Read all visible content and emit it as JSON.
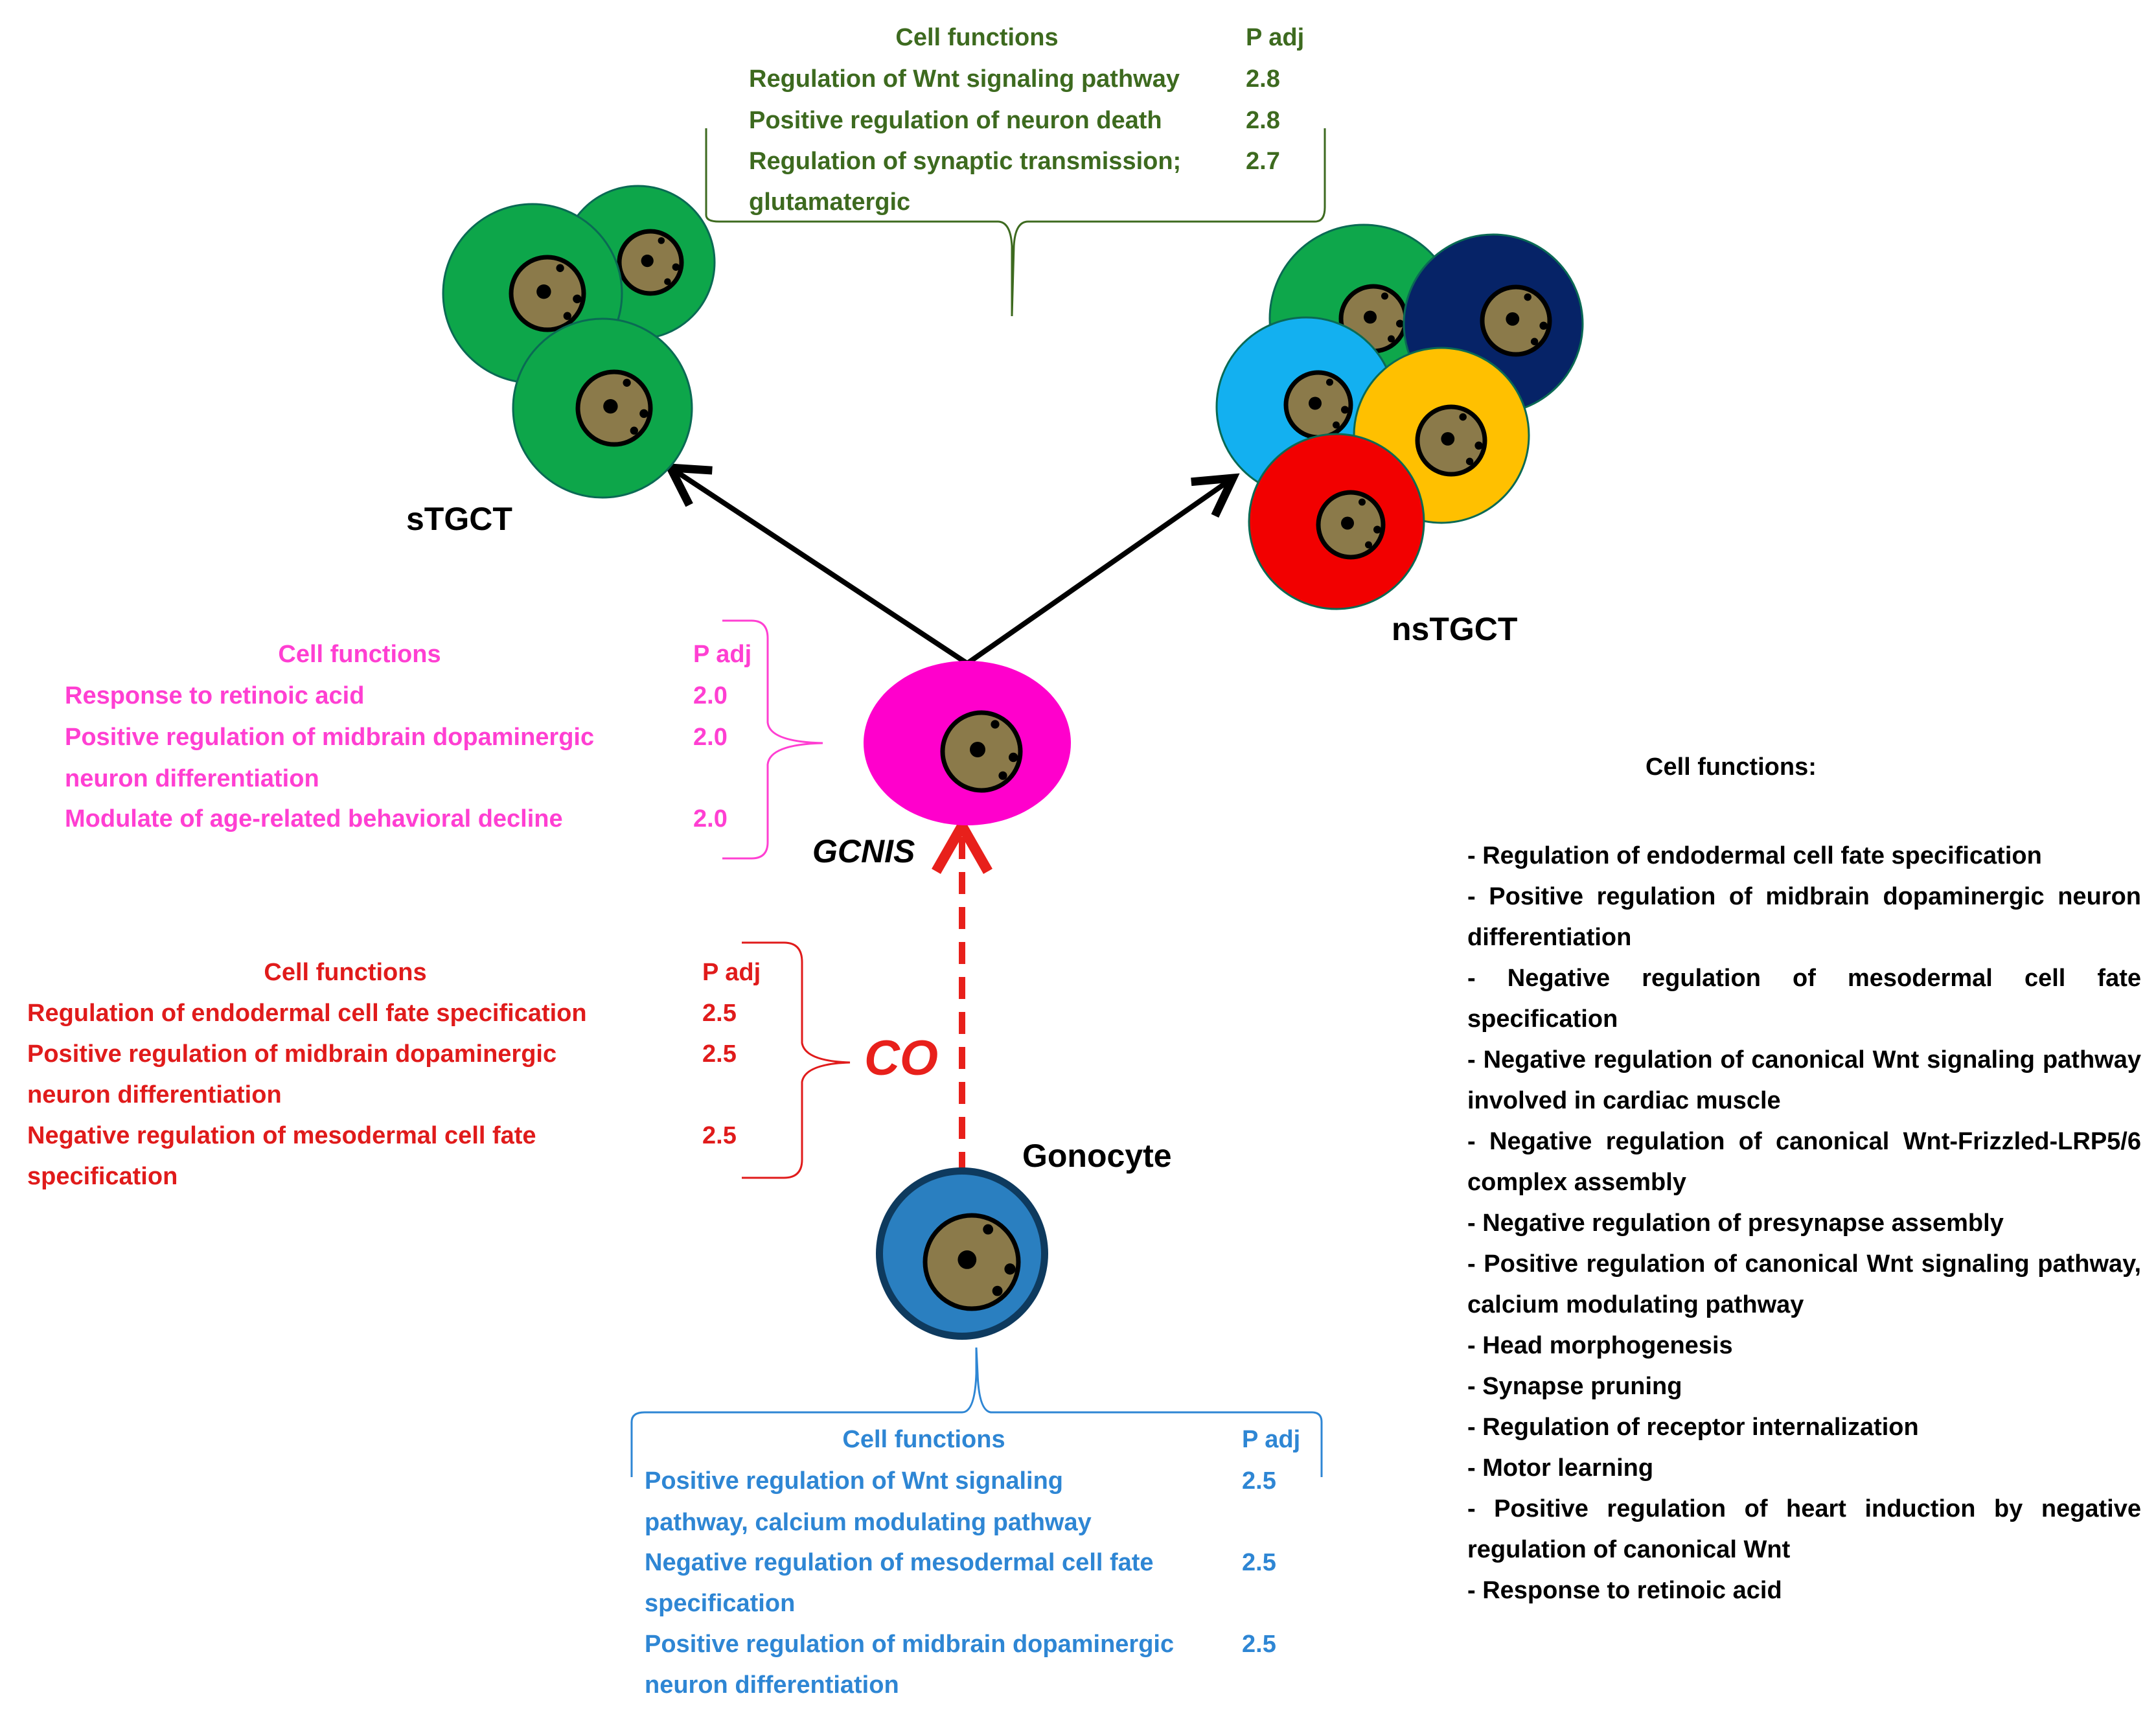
{
  "colors": {
    "seminoma": "#0da64a",
    "ns_green": "#0ea74b",
    "ns_navy": "#062367",
    "ns_cyan": "#13b0f0",
    "ns_yellow": "#ffc000",
    "ns_red": "#f20000",
    "gcnis": "#ff00cc",
    "gonocyte": "#2a7fc0",
    "nucleus": "#8b7a4a",
    "arrow_dashed": "#e8201b",
    "green_text": "#3d6a1f",
    "pink_text": "#ff3fd2",
    "red_text": "#e01b1b",
    "blue_text": "#2e86d4"
  },
  "labels": {
    "stgct": "sTGCT",
    "nstgct": "nsTGCT",
    "gcnis": "GCNIS",
    "gonocyte": "Gonocyte",
    "co": "CO"
  },
  "top_table": {
    "header": "Cell functions",
    "padj": "P adj",
    "rows": [
      {
        "lines": [
          "Regulation of Wnt signaling  pathway"
        ],
        "value": "2.8"
      },
      {
        "lines": [
          "Positive regulation of neuron death"
        ],
        "value": "2.8"
      },
      {
        "lines": [
          "Regulation of synaptic transmission;",
          "glutamatergic"
        ],
        "value": "2.7"
      }
    ]
  },
  "gcnis_table": {
    "header": "Cell functions",
    "padj": "P adj",
    "rows": [
      {
        "lines": [
          "Response to retinoic acid"
        ],
        "value": "2.0"
      },
      {
        "lines": [
          "Positive regulation of midbrain dopaminergic",
          "neuron differentiation"
        ],
        "value": "2.0"
      },
      {
        "lines": [
          "Modulate of age-related behavioral decline"
        ],
        "value": "2.0"
      }
    ]
  },
  "co_table": {
    "header": "Cell functions",
    "padj": "P adj",
    "rows": [
      {
        "lines": [
          "Regulation of endodermal cell fate specification"
        ],
        "value": "2.5"
      },
      {
        "lines": [
          "Positive regulation of midbrain dopaminergic",
          "neuron differentiation"
        ],
        "value": "2.5"
      },
      {
        "lines": [
          "Negative regulation of mesodermal cell fate",
          "specification"
        ],
        "value": "2.5"
      }
    ]
  },
  "gonocyte_table": {
    "header": "Cell functions",
    "padj": "P adj",
    "rows": [
      {
        "lines": [
          "Positive regulation of  Wnt signaling",
          "pathway, calcium  modulating pathway"
        ],
        "value": "2.5"
      },
      {
        "lines": [
          "Negative regulation of mesodermal cell fate",
          "specification"
        ],
        "value": "2.5"
      },
      {
        "lines": [
          "Positive regulation of midbrain dopaminergic",
          "neuron differentiation"
        ],
        "value": "2.5"
      }
    ]
  },
  "right_list": {
    "header": "Cell functions:",
    "items": [
      "- Regulation of endodermal cell fate specification",
      "- Positive regulation of midbrain dopaminergic neuron differentiation",
      "- Negative regulation of mesodermal cell fate specification",
      "- Negative regulation of canonical Wnt signaling pathway involved in cardiac muscle",
      "- Negative regulation of canonical Wnt-Frizzled-LRP5/6 complex assembly",
      "- Negative regulation of presynapse assembly",
      "- Positive regulation of canonical Wnt signaling pathway, calcium modulating pathway",
      "- Head morphogenesis",
      "- Synapse pruning",
      "- Regulation of receptor internalization",
      "- Motor learning",
      "- Positive regulation of heart induction by negative regulation of canonical Wnt",
      "- Response to retinoic acid"
    ]
  }
}
